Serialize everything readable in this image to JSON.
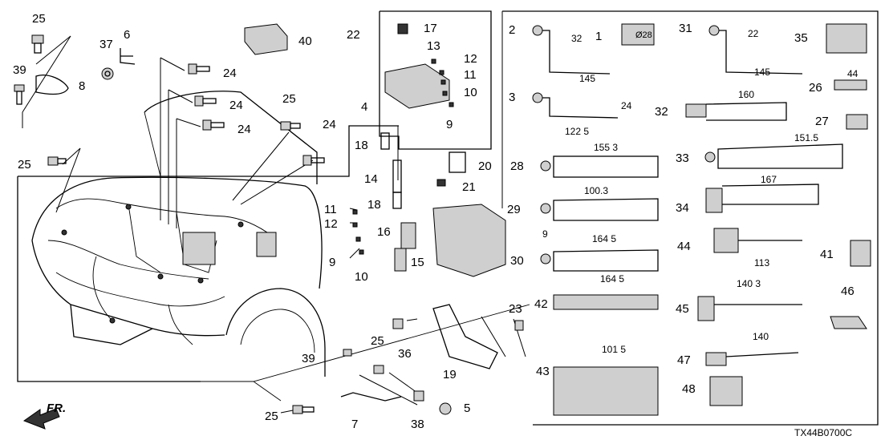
{
  "diagram": {
    "figure_code": "TX44B0700C",
    "direction_label": "FR."
  },
  "callouts": [
    {
      "id": "c25a",
      "label": "25"
    },
    {
      "id": "c39",
      "label": "39"
    },
    {
      "id": "c37",
      "label": "37"
    },
    {
      "id": "c6",
      "label": "6"
    },
    {
      "id": "c40",
      "label": "40"
    },
    {
      "id": "c8",
      "label": "8"
    },
    {
      "id": "c24a",
      "label": "24"
    },
    {
      "id": "c24b",
      "label": "24"
    },
    {
      "id": "c24c",
      "label": "24"
    },
    {
      "id": "c25b",
      "label": "25"
    },
    {
      "id": "c24d",
      "label": "24"
    },
    {
      "id": "c25c",
      "label": "25"
    },
    {
      "id": "c22",
      "label": "22"
    },
    {
      "id": "c17",
      "label": "17"
    },
    {
      "id": "c13",
      "label": "13"
    },
    {
      "id": "c12a",
      "label": "12"
    },
    {
      "id": "c11a",
      "label": "11"
    },
    {
      "id": "c10a",
      "label": "10"
    },
    {
      "id": "c9a",
      "label": "9"
    },
    {
      "id": "c4",
      "label": "4"
    },
    {
      "id": "c18a",
      "label": "18"
    },
    {
      "id": "c20",
      "label": "20"
    },
    {
      "id": "c14",
      "label": "14"
    },
    {
      "id": "c21",
      "label": "21"
    },
    {
      "id": "c18b",
      "label": "18"
    },
    {
      "id": "c11b",
      "label": "11"
    },
    {
      "id": "c12b",
      "label": "12"
    },
    {
      "id": "c9b",
      "label": "9"
    },
    {
      "id": "c10b",
      "label": "10"
    },
    {
      "id": "c16",
      "label": "16"
    },
    {
      "id": "c15",
      "label": "15"
    },
    {
      "id": "c23",
      "label": "23"
    },
    {
      "id": "c36",
      "label": "36"
    },
    {
      "id": "c25d",
      "label": "25"
    },
    {
      "id": "c39b",
      "label": "39"
    },
    {
      "id": "c19",
      "label": "19"
    },
    {
      "id": "c25e",
      "label": "25"
    },
    {
      "id": "c38",
      "label": "38"
    },
    {
      "id": "c5",
      "label": "5"
    },
    {
      "id": "c7",
      "label": "7"
    },
    {
      "id": "c2",
      "label": "2"
    },
    {
      "id": "c1",
      "label": "1"
    },
    {
      "id": "c3",
      "label": "3"
    },
    {
      "id": "c31",
      "label": "31"
    },
    {
      "id": "c35",
      "label": "35"
    },
    {
      "id": "c26",
      "label": "26"
    },
    {
      "id": "c32",
      "label": "32"
    },
    {
      "id": "c27",
      "label": "27"
    },
    {
      "id": "c28",
      "label": "28"
    },
    {
      "id": "c33",
      "label": "33"
    },
    {
      "id": "c29",
      "label": "29"
    },
    {
      "id": "c34",
      "label": "34"
    },
    {
      "id": "c30",
      "label": "30"
    },
    {
      "id": "c44",
      "label": "44"
    },
    {
      "id": "c41",
      "label": "41"
    },
    {
      "id": "c42",
      "label": "42"
    },
    {
      "id": "c45",
      "label": "45"
    },
    {
      "id": "c46",
      "label": "46"
    },
    {
      "id": "c43",
      "label": "43"
    },
    {
      "id": "c47",
      "label": "47"
    },
    {
      "id": "c48",
      "label": "48"
    }
  ],
  "dimensions": [
    {
      "id": "d32",
      "label": "32"
    },
    {
      "id": "d145a",
      "label": "145"
    },
    {
      "id": "d24",
      "label": "24"
    },
    {
      "id": "d1225",
      "label": "122 5"
    },
    {
      "id": "d22",
      "label": "22"
    },
    {
      "id": "d145b",
      "label": "145"
    },
    {
      "id": "d44",
      "label": "44"
    },
    {
      "id": "d160",
      "label": "160"
    },
    {
      "id": "d1553",
      "label": "155 3"
    },
    {
      "id": "d1515",
      "label": "151.5"
    },
    {
      "id": "d1003",
      "label": "100.3"
    },
    {
      "id": "d167",
      "label": "167"
    },
    {
      "id": "d9",
      "label": "9"
    },
    {
      "id": "d1645a",
      "label": "164 5"
    },
    {
      "id": "d113",
      "label": "113"
    },
    {
      "id": "d1645b",
      "label": "164 5"
    },
    {
      "id": "d1403",
      "label": "140 3"
    },
    {
      "id": "d1015",
      "label": "101 5"
    },
    {
      "id": "d140",
      "label": "140"
    },
    {
      "id": "d028",
      "label": "Ø28"
    }
  ]
}
